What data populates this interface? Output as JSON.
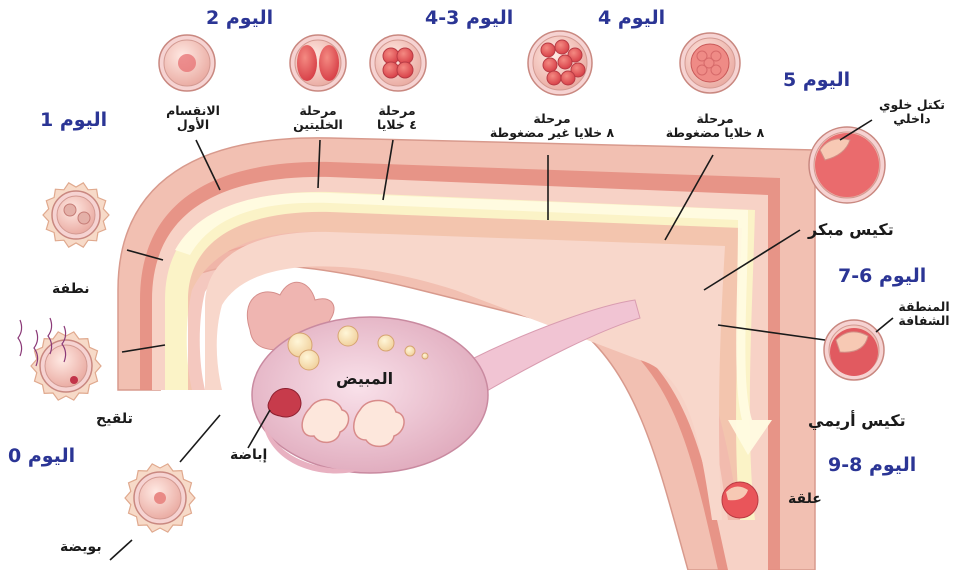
{
  "days": {
    "day0": "اليوم 0",
    "day1": "اليوم 1",
    "day2": "اليوم 2",
    "day34": "اليوم 3-4",
    "day4": "اليوم 4",
    "day5": "اليوم 5",
    "day67": "اليوم 6-7",
    "day89": "اليوم 8-9"
  },
  "stages": {
    "first_division": [
      "الانقسام",
      "الأول"
    ],
    "two_cell": [
      "مرحلة",
      "الخليتين"
    ],
    "four_cell": [
      "مرحلة",
      "٤ خلايا"
    ],
    "eight_uncompacted": [
      "مرحلة",
      "٨ خلايا غير مضغوطة"
    ],
    "eight_compacted": [
      "مرحلة",
      "٨ خلايا مضغوطة"
    ]
  },
  "labels": {
    "zygote": "نطفة",
    "fertilization": "تلقيح",
    "egg": "بويضة",
    "ovulation": "إباضة",
    "ovary": "المبيض",
    "inner_cell_mass": [
      "تكتل خلوي",
      "داخلي"
    ],
    "early_blastocyst": "تكيس مبكر",
    "zona_pellucida": [
      "المنطقة",
      "الشفافة"
    ],
    "hatching_blastocyst": "تكيس أريمي",
    "implantation": "علقة"
  },
  "colors": {
    "day_label": "#2b3595",
    "tube_outer": "#f2c0b2",
    "tube_mid": "#e58f82",
    "tube_inner": "#f7d2c6",
    "lumen": "#fbf3c7",
    "uterus": "#f3c6b6",
    "ovary": "#f4cdd9",
    "cell_outer": "#f6d3d2",
    "cell_inner": "#e9555a"
  }
}
